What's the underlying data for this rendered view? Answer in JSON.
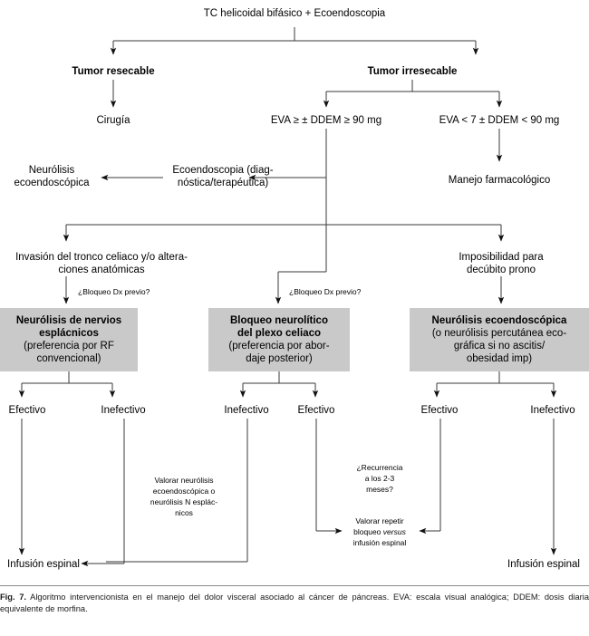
{
  "figure": {
    "caption_label": "Fig. 7.",
    "caption_text": " Algoritmo intervencionista en el manejo del dolor visceral asociado al cáncer de páncreas. EVA: escala visual analógica; DDEM: dosis diaria equivalente de morfina."
  },
  "colors": {
    "box_fill": "#c9c9c9",
    "line": "#3a3a3a",
    "text": "#000000",
    "background": "#ffffff"
  },
  "chart_data": {
    "type": "diagram",
    "title": "Algoritmo intervencionista en el manejo del dolor visceral asociado al cáncer de páncreas",
    "nodes": [
      {
        "id": "n1",
        "label": "TC helicoidal bifásico + Ecoendoscopia",
        "style": "plain"
      },
      {
        "id": "n2",
        "label": "Tumor resecable",
        "style": "bold"
      },
      {
        "id": "n3",
        "label": "Tumor irresecable",
        "style": "bold"
      },
      {
        "id": "n4",
        "label": "Cirugía",
        "style": "plain"
      },
      {
        "id": "n5",
        "label": "EVA ≥ ± DDEM ≥ 90 mg",
        "style": "plain"
      },
      {
        "id": "n6",
        "label": "EVA < 7 ± DDEM < 90 mg",
        "style": "plain"
      },
      {
        "id": "n7",
        "label": "Ecoendoscopia (diag-/nóstica/terapéutica)",
        "style": "plain"
      },
      {
        "id": "n8",
        "label": "Neurólisis/ecoendoscópica",
        "style": "plain"
      },
      {
        "id": "n9",
        "label": "Manejo farmacológico",
        "style": "plain"
      },
      {
        "id": "n10",
        "label": "Invasión del tronco celiaco y/o altera-/ciones anatómicas",
        "style": "plain"
      },
      {
        "id": "n11",
        "label": "Imposibilidad para/decúbito prono",
        "style": "plain"
      },
      {
        "id": "n12",
        "label": "Neurólisis de nervios esplácnicos (preferencia por RF convencional)",
        "style": "gray-box"
      },
      {
        "id": "n13",
        "label": "Bloqueo neurolítico del plexo celiaco (preferencia por abordaje posterior)",
        "style": "gray-box"
      },
      {
        "id": "n14",
        "label": "Neurólisis ecoendoscópica (o neurólisis percutánea ecográfica si no ascitis/ obesidad imp)",
        "style": "gray-box"
      },
      {
        "id": "n15",
        "label": "Infusión espinal",
        "style": "plain"
      },
      {
        "id": "n16",
        "label": "Infusión espinal",
        "style": "plain"
      }
    ],
    "edge_labels": [
      "¿Bloqueo Dx previo?",
      "¿Bloqueo Dx previo?",
      "Efectivo",
      "Inefectivo",
      "Inefectivo",
      "Efectivo",
      "Efectivo",
      "Inefectivo"
    ]
  },
  "nodes": {
    "root": {
      "label": "TC helicoidal bifásico + Ecoendoscopia"
    },
    "tumor_resecable": {
      "label": "Tumor resecable"
    },
    "tumor_irresecable": {
      "label": "Tumor irresecable"
    },
    "cirugia": {
      "label": "Cirugía"
    },
    "eva_high": {
      "label": "EVA ≥ ± DDEM ≥ 90 mg"
    },
    "eva_low": {
      "label": "EVA < 7 ± DDEM < 90 mg"
    },
    "ecoendoscopia": {
      "line1": "Ecoendoscopia (diag-",
      "line2": "nóstica/terapéutica)"
    },
    "neurolisis_eco": {
      "line1": "Neurólisis",
      "line2": "ecoendoscópica"
    },
    "manejo_farmacologico": {
      "label": "Manejo farmacológico"
    },
    "invasion_tronco": {
      "line1": "Invasión del tronco celiaco y/o altera-",
      "line2": "ciones anatómicas"
    },
    "imposibilidad": {
      "line1": "Imposibilidad para",
      "line2": "decúbito prono"
    },
    "infusion_left": {
      "label": "Infusión espinal"
    },
    "infusion_right": {
      "label": "Infusión espinal"
    }
  },
  "boxes": {
    "esplacnicos": {
      "line1": "Neurólisis de nervios",
      "line2": "esplácnicos",
      "line3": "(preferencia por RF",
      "line4": "convencional)"
    },
    "plexo_celiaco": {
      "line1": "Bloqueo neurolítico",
      "line2": "del plexo celiaco",
      "line3": "(preferencia por abor-",
      "line4": "daje posterior)"
    },
    "eco": {
      "line1": "Neurólisis ecoendoscópica",
      "line2": "(o neurólisis percutánea eco-",
      "line3": "gráfica si no ascitis/",
      "line4": "obesidad imp)"
    }
  },
  "edge_labels": {
    "bloqueo_dx_left": "¿Bloqueo Dx previo?",
    "bloqueo_dx_mid": "¿Bloqueo Dx previo?",
    "efectivo_1": "Efectivo",
    "inefectivo_1": "Inefectivo",
    "inefectivo_2": "Inefectivo",
    "efectivo_2": "Efectivo",
    "efectivo_3": "Efectivo",
    "inefectivo_3": "Inefectivo"
  },
  "annotations": {
    "valorar_neurolisis": {
      "line1": "Valorar neurólisis",
      "line2": "ecoendoscópica o",
      "line3": "neurólisis N esplác-",
      "line4": "nicos"
    },
    "recurrencia": {
      "line1": "¿Recurrencia",
      "line2": "a los 2-3",
      "line3": "meses?"
    },
    "valorar_repetir": {
      "line1": "Valorar repetir",
      "line2a": "bloqueo ",
      "line2b": "versus",
      "line3": "infusión espinal"
    }
  }
}
